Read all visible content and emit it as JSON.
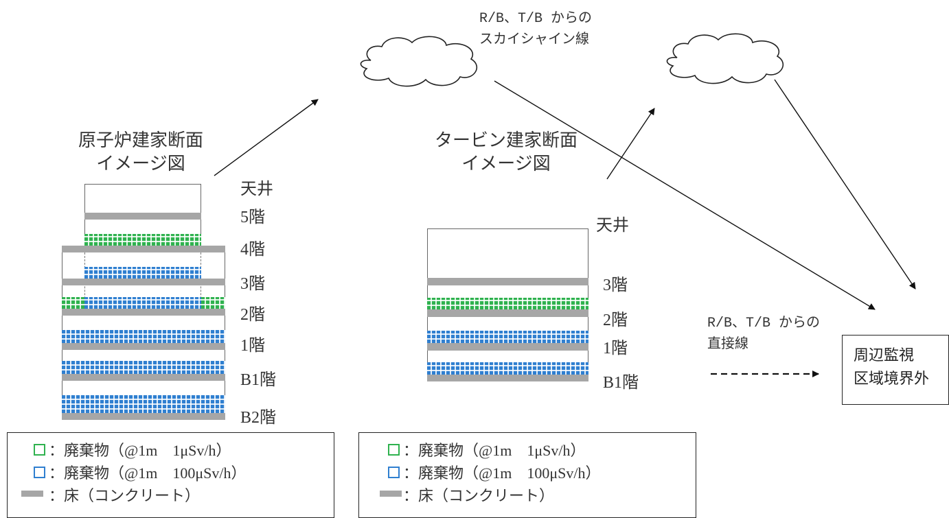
{
  "rb": {
    "title_line1": "原子炉建家断面",
    "title_line2": "イメージ図",
    "floors": [
      "天井",
      "5階",
      "4階",
      "3階",
      "2階",
      "1階",
      "B1階",
      "B2階"
    ]
  },
  "tb": {
    "title_line1": "タービン建家断面",
    "title_line2": "イメージ図",
    "floors": [
      "天井",
      "3階",
      "2階",
      "1階",
      "B1階"
    ]
  },
  "skyshine_label": [
    "R/B、T/B からの",
    "スカイシャイン線"
  ],
  "direct_label": [
    "R/B、T/B からの",
    "直接線"
  ],
  "boundary": [
    "周辺監視",
    "区域境界外"
  ],
  "legend": {
    "green_waste": "：廃棄物（@1m　1μSv/h）",
    "blue_waste": "：廃棄物（@1m　100μSv/h）",
    "floor_concrete": "：床（コンクリート）"
  },
  "colors": {
    "green_waste": "#2fb24f",
    "blue_waste": "#2f7fd0",
    "concrete": "#a6a6a6"
  },
  "icons": [
    "cloud-icon",
    "cloud-icon"
  ]
}
